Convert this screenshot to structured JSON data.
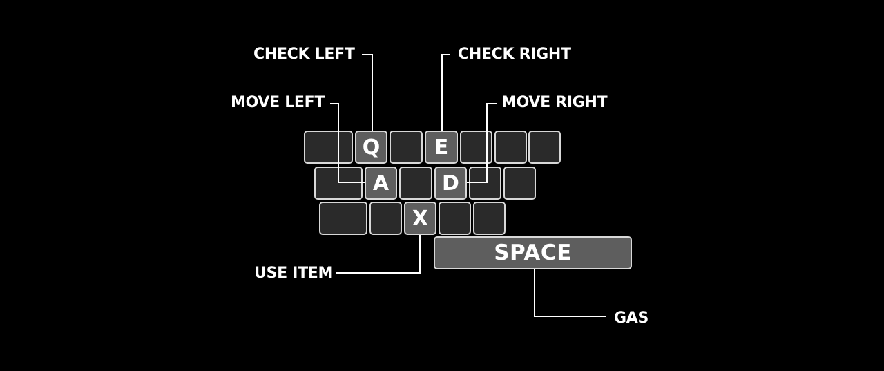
{
  "labels": {
    "check_left": "CHECK LEFT",
    "check_right": "CHECK RIGHT",
    "move_left": "MOVE LEFT",
    "move_right": "MOVE RIGHT",
    "use_item": "USE ITEM",
    "gas": "GAS"
  },
  "keys": {
    "q": "Q",
    "e": "E",
    "a": "A",
    "d": "D",
    "x": "X",
    "space": "SPACE"
  },
  "colors": {
    "background": "#000000",
    "key_fill": "#2a2a2a",
    "key_active_fill": "#5e5e5e",
    "key_border": "#d8d8d8",
    "text": "#ffffff"
  }
}
